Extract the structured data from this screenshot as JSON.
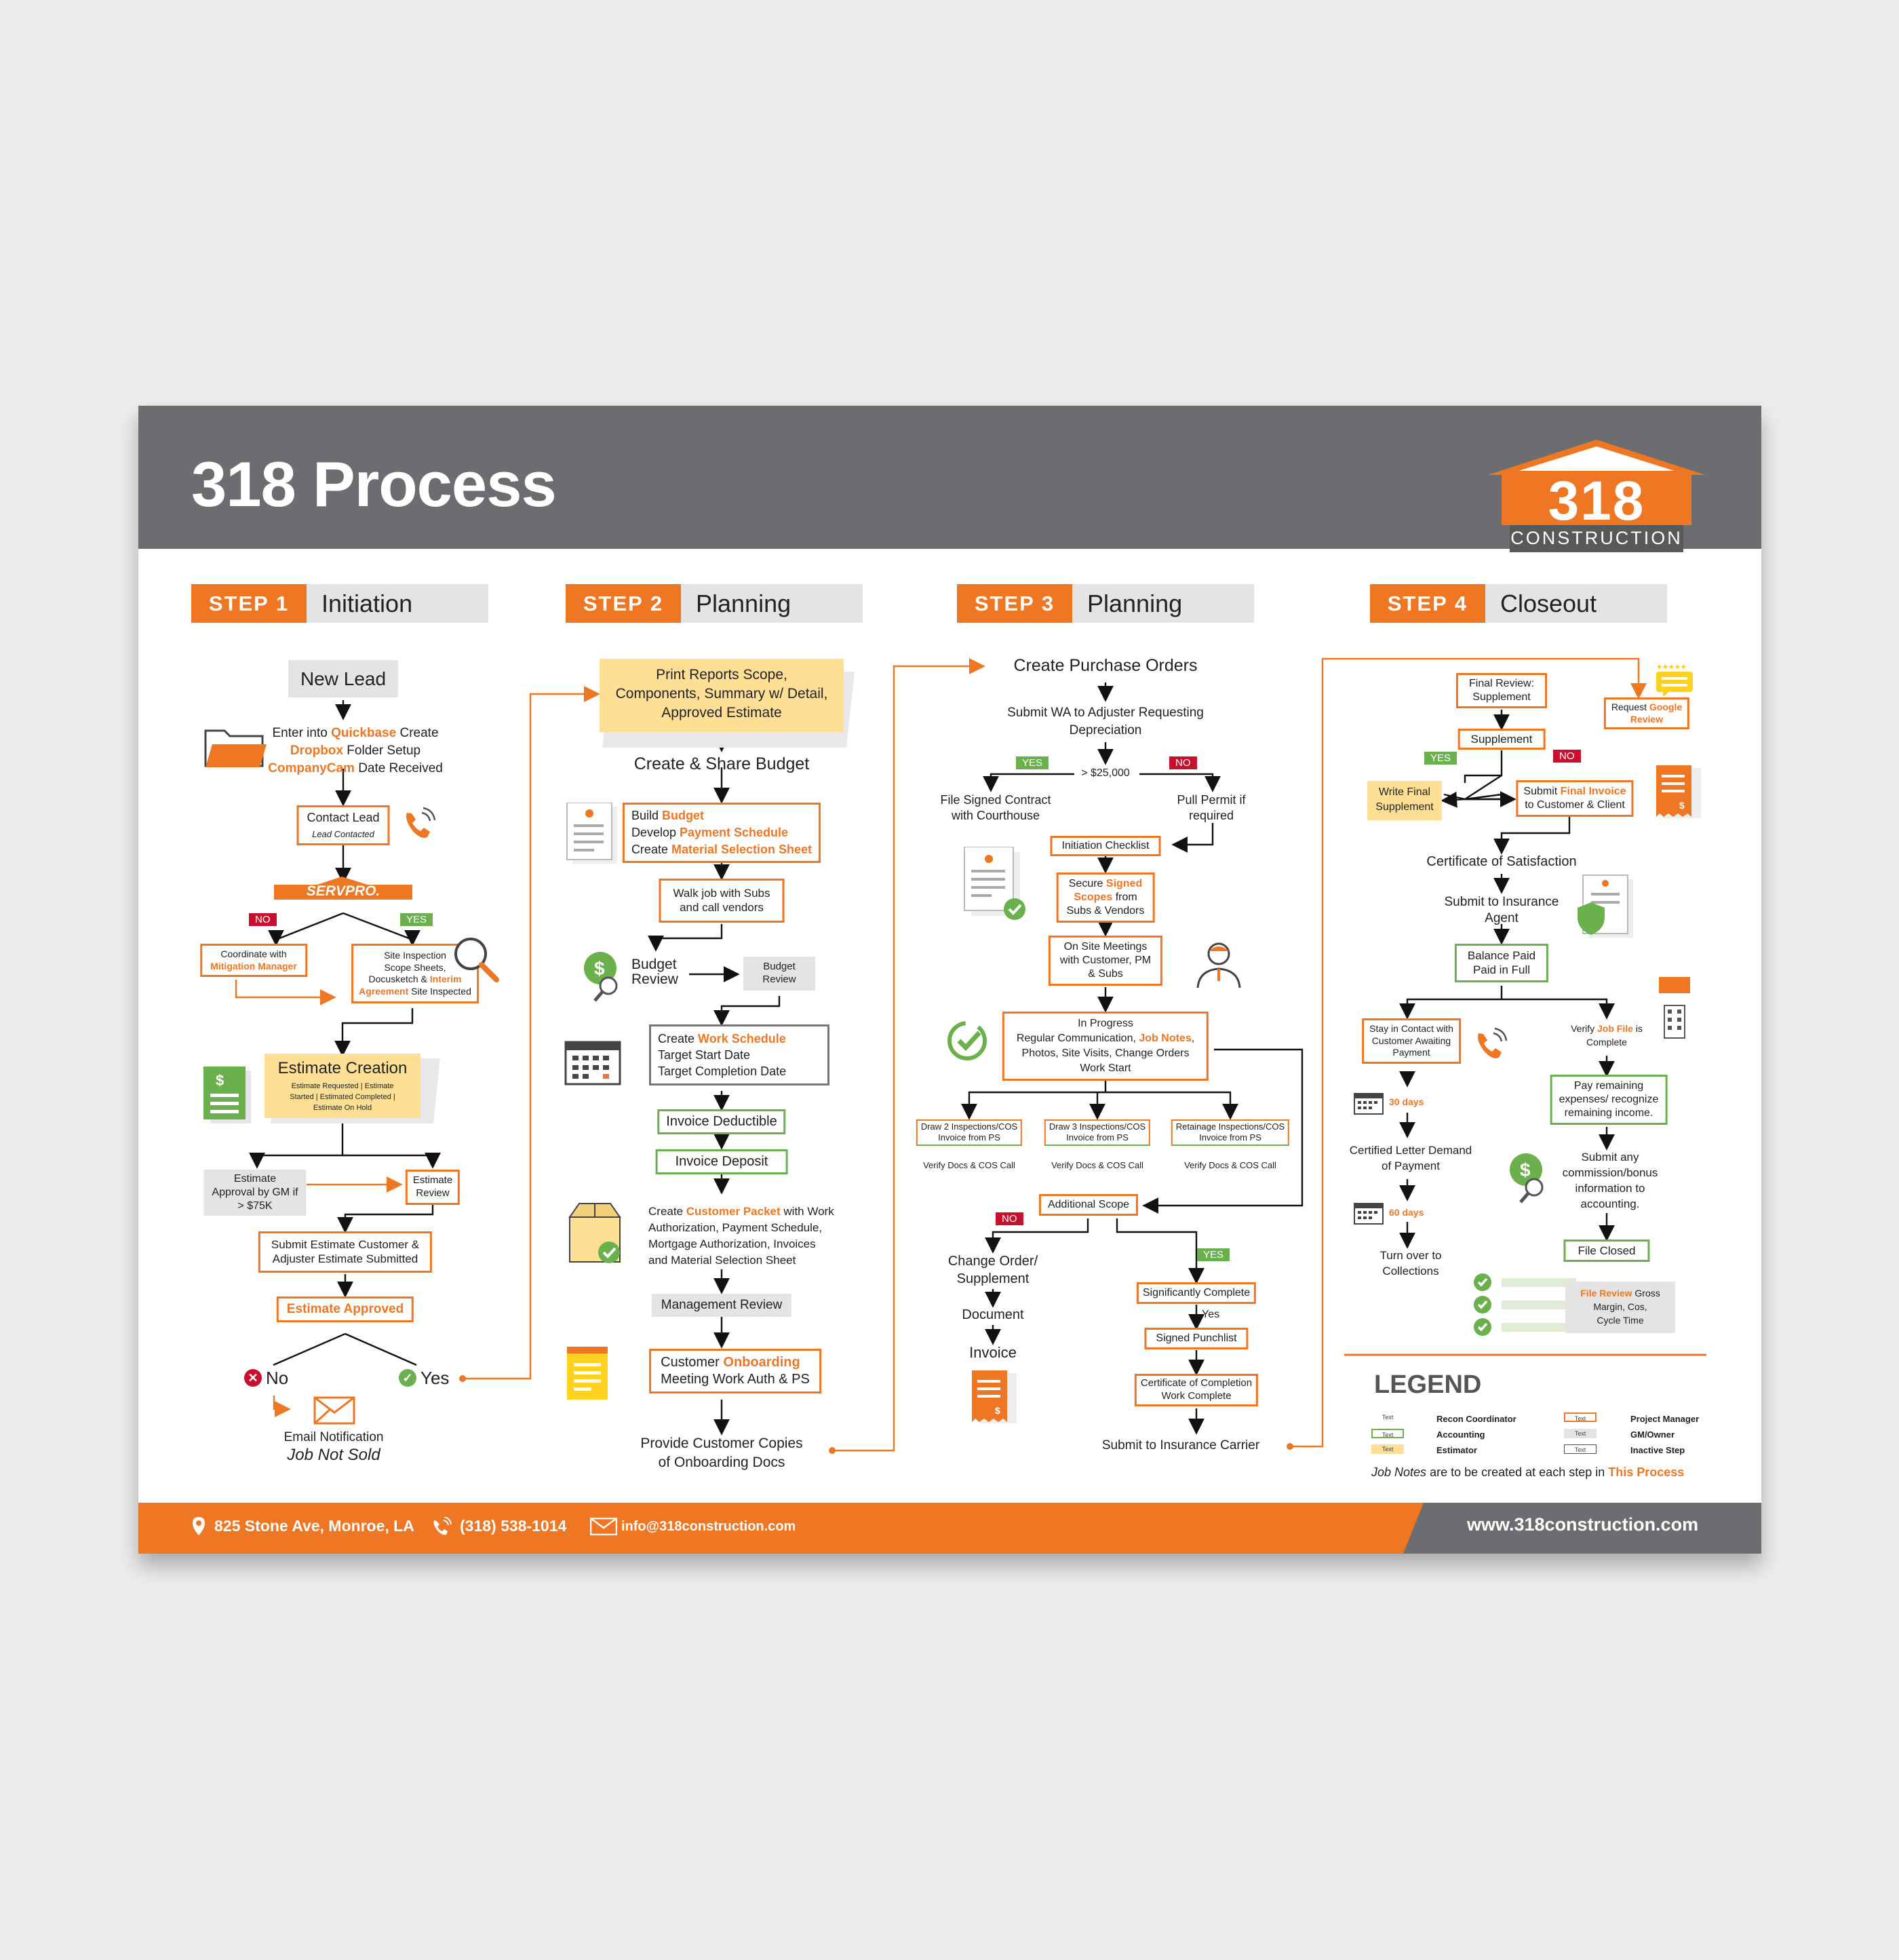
{
  "header": {
    "title": "318 Process",
    "logo_number": "318",
    "logo_word": "CONSTRUCTION"
  },
  "steps": [
    {
      "tag": "STEP 1",
      "name": "Initiation"
    },
    {
      "tag": "STEP 2",
      "name": "Planning"
    },
    {
      "tag": "STEP 3",
      "name": "Planning"
    },
    {
      "tag": "STEP 4",
      "name": "Closeout"
    }
  ],
  "step1": {
    "new_lead": "New Lead",
    "enter_into": "Enter into",
    "quickbase": "Quickbase",
    "create": "Create",
    "dropbox": "Dropbox",
    "folder_setup": "Folder Setup",
    "companycam": "CompanyCam",
    "date_received": "Date Received",
    "contact_lead": "Contact Lead",
    "lead_contacted": "Lead Contacted",
    "servpro": "SERVPRO.",
    "no": "NO",
    "yes": "YES",
    "coordinate_with": "Coordinate with",
    "mitigation_manager": "Mitigation Manager",
    "site_inspection_1": "Site Inspection",
    "site_inspection_2": "Scope Sheets,",
    "site_inspection_3": "Docusketch &",
    "interim": "Interim",
    "agreement": "Agreement",
    "site_inspected": "Site Inspected",
    "estimate_creation": "Estimate Creation",
    "estimate_sub_1": "Estimate Requested | Estimate",
    "estimate_sub_2": "Started | Estimated Completed |",
    "estimate_sub_3": "Estimate On Hold",
    "approval_1": "Estimate",
    "approval_2": "Approval by GM if",
    "approval_3": "> $75K",
    "estimate_review_1": "Estimate",
    "estimate_review_2": "Review",
    "submit_1": "Submit Estimate Customer &",
    "submit_2": "Adjuster Estimate Submitted",
    "estimate_approved": "Estimate Approved",
    "no_label": "No",
    "yes_label": "Yes",
    "email_notification": "Email Notification",
    "job_not_sold": "Job Not Sold"
  },
  "step2": {
    "print_1": "Print Reports Scope,",
    "print_2": "Components, Summary w/ Detail,",
    "print_3": "Approved Estimate",
    "create_share": "Create & Share Budget",
    "build": "Build",
    "budget": "Budget",
    "develop": "Develop",
    "payment_schedule": "Payment Schedule",
    "create": "Create",
    "material_sheet": "Material Selection Sheet",
    "walk_1": "Walk job with Subs",
    "walk_2": "and call vendors",
    "budget_review_1": "Budget",
    "budget_review_2": "Review",
    "create_ws": "Create",
    "work_schedule": "Work Schedule",
    "target_start": "Target Start Date",
    "target_completion": "Target Completion Date",
    "invoice_deductible": "Invoice Deductible",
    "invoice_deposit": "Invoice Deposit",
    "create_cp": "Create",
    "customer_packet": "Customer Packet",
    "with_work": "with Work",
    "packet_2": "Authorization, Payment Schedule,",
    "packet_3": "Mortgage Authorization, Invoices",
    "packet_4": "and Material Selection Sheet",
    "management_review": "Management Review",
    "customer": "Customer",
    "onboarding": "Onboarding",
    "meeting": "Meeting Work Auth & PS",
    "provide_1": "Provide Customer Copies",
    "provide_2": "of Onboarding Docs"
  },
  "step3": {
    "create_po": "Create Purchase Orders",
    "submit_wa_1": "Submit WA to Adjuster Requesting",
    "submit_wa_2": "Depreciation",
    "yes": "YES",
    "no": "NO",
    "threshold": "> $25,000",
    "file_signed_1": "File Signed Contract",
    "file_signed_2": "with Courthouse",
    "pull_permit_1": "Pull Permit if",
    "pull_permit_2": "required",
    "initiation_checklist": "Initiation Checklist",
    "secure": "Secure",
    "signed": "Signed",
    "scopes": "Scopes",
    "from": "from",
    "subs_vendors": "Subs & Vendors",
    "onsite_1": "On Site Meetings",
    "onsite_2": "with Customer, PM",
    "onsite_3": "& Subs",
    "in_progress": "In Progress",
    "regular_comm": "Regular Communication,",
    "job_notes": "Job Notes",
    "photos": "Photos, Site Visits, Change Orders",
    "work_start": "Work Start",
    "draw2": "Draw 2 Inspections/COS",
    "draw3": "Draw 3 Inspections/COS",
    "retainage": "Retainage Inspections/COS",
    "invoice_ps": "Invoice from PS",
    "verify_docs": "Verify Docs & COS Call",
    "additional_scope": "Additional Scope",
    "change_order_1": "Change Order/",
    "change_order_2": "Supplement",
    "document": "Document",
    "invoice": "Invoice",
    "significantly_complete": "Significantly Complete",
    "yes_small": "Yes",
    "signed_punchlist": "Signed Punchlist",
    "certificate_1": "Certificate of Completion",
    "certificate_2": "Work Complete",
    "submit_carrier": "Submit to Insurance Carrier"
  },
  "step4": {
    "final_review_1": "Final Review:",
    "final_review_2": "Supplement",
    "request": "Request",
    "google": "Google",
    "review": "Review",
    "supplement": "Supplement",
    "yes": "YES",
    "no": "NO",
    "write_final_1": "Write Final",
    "write_final_2": "Supplement",
    "submit": "Submit",
    "final_invoice": "Final Invoice",
    "to_customer": "to Customer & Client",
    "certificate_satisfaction": "Certificate of Satisfaction",
    "submit_agent_1": "Submit to Insurance",
    "submit_agent_2": "Agent",
    "balance_1": "Balance Paid",
    "balance_2": "Paid in Full",
    "stay_1": "Stay in Contact with",
    "stay_2": "Customer Awaiting",
    "stay_3": "Payment",
    "verify": "Verify",
    "job_file": "Job File",
    "is": "is",
    "complete": "Complete",
    "days30": "30 days",
    "days60": "60 days",
    "pay_1": "Pay remaining",
    "pay_2": "expenses/ recognize",
    "pay_3": "remaining income.",
    "certified_1": "Certified Letter Demand",
    "certified_2": "of Payment",
    "submit_comm_1": "Submit any",
    "submit_comm_2": "commission/bonus",
    "submit_comm_3": "information to",
    "submit_comm_4": "accounting.",
    "turn_over_1": "Turn over to",
    "turn_over_2": "Collections",
    "file_closed": "File Closed",
    "file_review": "File Review",
    "gross": "Gross",
    "margin": "Margin, Cos,",
    "cycle": "Cycle Time"
  },
  "legend": {
    "title": "LEGEND",
    "swatch_text": "Text",
    "items": [
      {
        "label": "Recon Coordinator"
      },
      {
        "label": "Accounting"
      },
      {
        "label": "Estimator"
      },
      {
        "label": "Project Manager"
      },
      {
        "label": "GM/Owner"
      },
      {
        "label": "Inactive Step"
      }
    ],
    "note_prefix": "Job Notes",
    "note_mid": "are to be created at each step in",
    "note_suffix": "This Process"
  },
  "footer": {
    "address": "825 Stone Ave, Monroe, LA",
    "phone": "(318) 538-1014",
    "email": "info@318construction.com",
    "website": "www.318construction.com"
  },
  "colors": {
    "orange": "#ef7622",
    "grey": "#6c6d70",
    "green": "#6ab04c",
    "red": "#c8102e",
    "yellow": "#ffdf94",
    "light_grey": "#e4e4e5"
  },
  "icons": [
    "folder-icon",
    "phone-icon",
    "magnifier-icon",
    "dollar-document-icon",
    "email-envelope-icon",
    "document-icon",
    "money-magnifier-icon",
    "calendar-icon",
    "box-check-icon",
    "notepad-icon",
    "checklist-document-icon",
    "person-icon",
    "progress-check-icon",
    "invoice-icon",
    "star-review-icon",
    "shield-document-icon",
    "building-icon",
    "check-icon"
  ]
}
